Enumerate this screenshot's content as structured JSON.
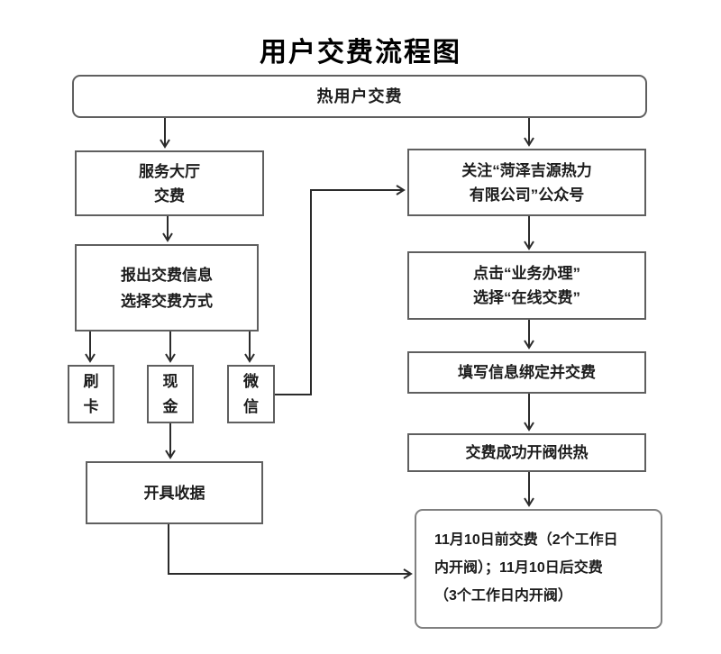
{
  "title": "用户交费流程图",
  "colors": {
    "background": "#ffffff",
    "box_border": "#5f5f5f",
    "note_border": "#808080",
    "connector": "#2b2b2b",
    "text": "#1c1c1c"
  },
  "nodes": {
    "top": {
      "label": "热用户交费"
    },
    "hall": {
      "lines": [
        "服务大厅",
        "交费"
      ]
    },
    "report": {
      "lines": [
        "报出交费信息",
        "选择交费方式"
      ]
    },
    "card": {
      "lines": [
        "刷",
        "卡"
      ]
    },
    "cash": {
      "lines": [
        "现",
        "金"
      ]
    },
    "wechat": {
      "lines": [
        "微",
        "信"
      ]
    },
    "receipt": {
      "label": "开具收据"
    },
    "follow": {
      "lines": [
        "关注“菏泽吉源热力",
        "有限公司”公众号"
      ]
    },
    "click": {
      "lines": [
        "点击“业务办理”",
        "选择“在线交费”"
      ]
    },
    "fill": {
      "label": "填写信息绑定并交费"
    },
    "success": {
      "label": "交费成功开阀供热"
    },
    "note": {
      "lines": [
        "11月10日前交费（2个工作日",
        "内开阀）；11月10日后交费",
        "（3个工作日内开阀）"
      ]
    }
  }
}
